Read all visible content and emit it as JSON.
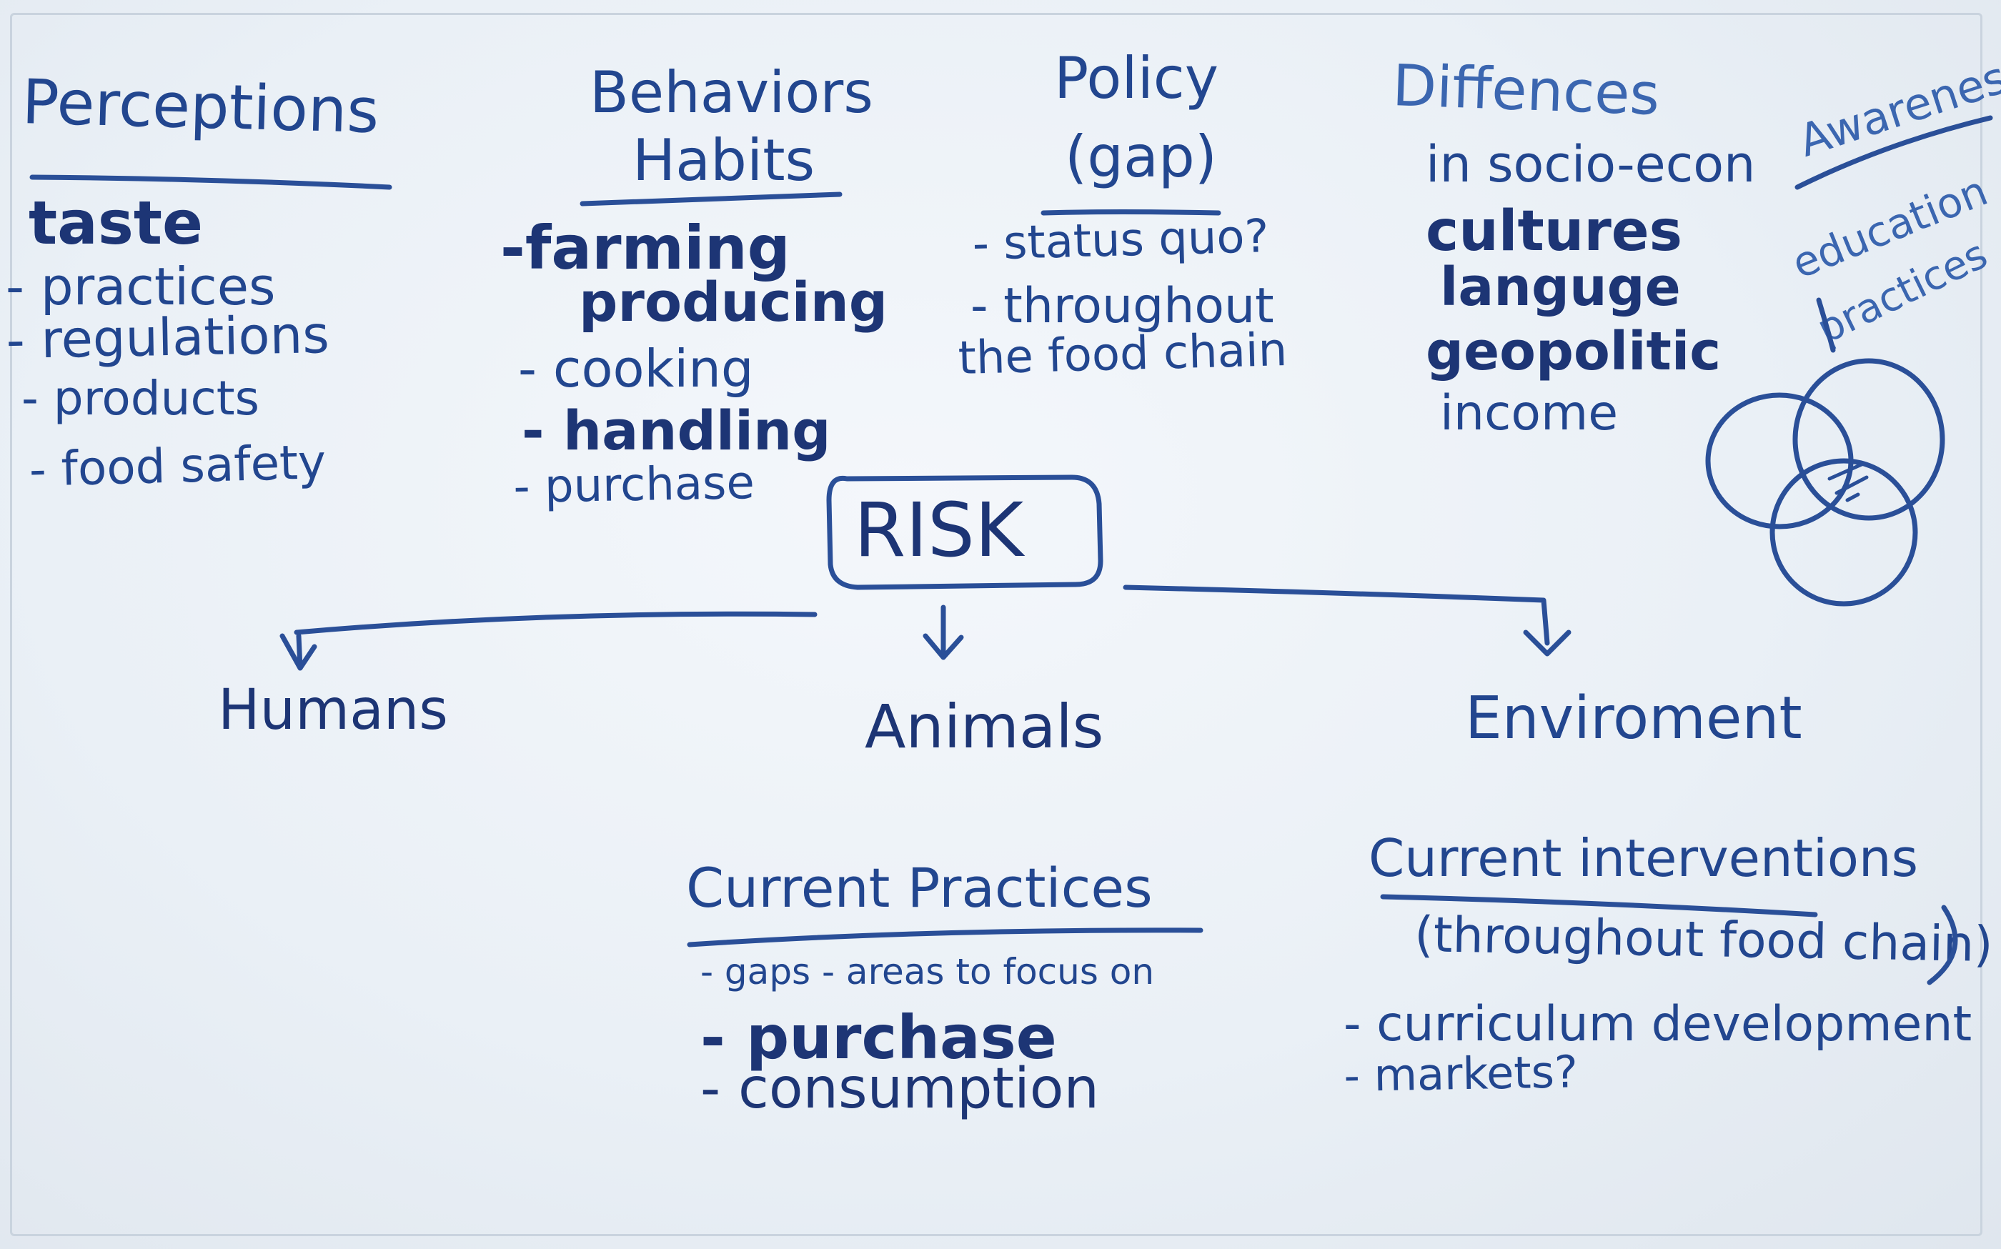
{
  "whiteboard": {
    "top_columns": {
      "perceptions": {
        "heading": "Perceptions",
        "items": [
          "taste",
          "- practices",
          "- regulations",
          "- products",
          "- food safety"
        ]
      },
      "behaviors": {
        "heading_line1": "Behaviors",
        "heading_line2": "Habits",
        "items": [
          "-farming",
          "producing",
          "- cooking",
          "- handling",
          "- purchase"
        ]
      },
      "policy": {
        "heading_line1": "Policy",
        "heading_line2": "(gap)",
        "items": [
          "- status quo?",
          "- throughout",
          "the food chain"
        ]
      },
      "differences": {
        "heading": "Diffences",
        "subheading": "in socio-econ",
        "items": [
          "cultures",
          "languge",
          "geopolitic",
          "income"
        ]
      },
      "awareness": {
        "heading": "Awareness",
        "items": [
          "education",
          "practices"
        ]
      }
    },
    "center": {
      "label": "RISK"
    },
    "branches": {
      "humans": "Humans",
      "animals": "Animals",
      "environment": "Enviroment"
    },
    "current_practices": {
      "heading": "Current Practices",
      "items": [
        "- gaps - areas to focus on",
        "- purchase",
        "- consumption"
      ]
    },
    "current_interventions": {
      "heading": "Current interventions",
      "subheading": "(throughout food chain)",
      "items": [
        "- curriculum development",
        "- markets?"
      ]
    },
    "colors": {
      "ink": "#22468f",
      "ink_light": "#3b66b0",
      "board": "#eef2f7"
    }
  }
}
